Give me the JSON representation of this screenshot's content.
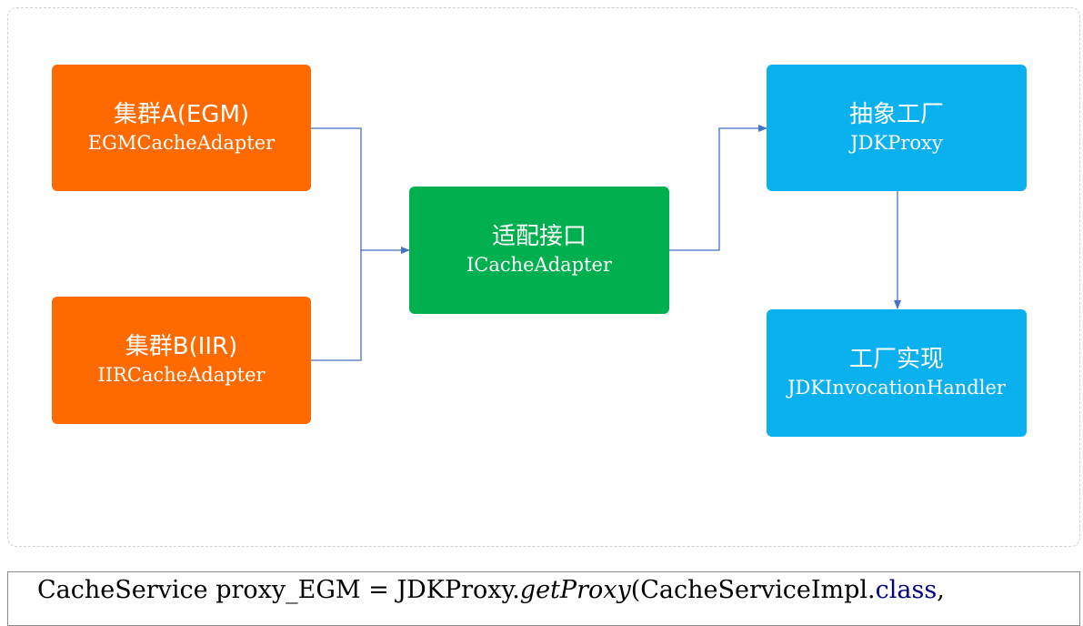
{
  "boxes": {
    "cluster_a": {
      "title": "集群A(EGM)",
      "sub": "EGMCacheAdapter"
    },
    "cluster_b": {
      "title": "集群B(IIR)",
      "sub": "IIRCacheAdapter"
    },
    "adapter": {
      "title": "适配接口",
      "sub": "ICacheAdapter"
    },
    "factory": {
      "title": "抽象工厂",
      "sub": "JDKProxy"
    },
    "impl": {
      "title": "工厂实现",
      "sub": "JDKInvocationHandler"
    }
  },
  "code": {
    "part1": "CacheService proxy_EGM = JDKProxy.",
    "method": "getProxy",
    "part2": "(CacheServiceImpl.",
    "keyword": "class",
    "part3": ","
  },
  "colors": {
    "orange": "#ff6a00",
    "green": "#00b04f",
    "blue": "#0bb0ef",
    "connector": "#4472c4"
  }
}
